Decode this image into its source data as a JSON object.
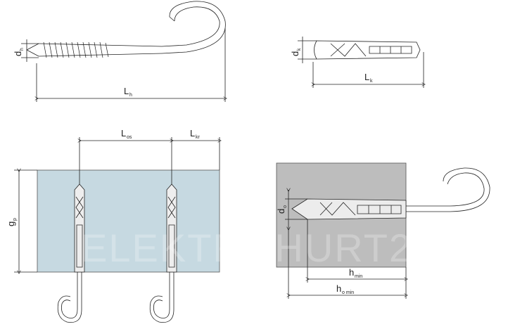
{
  "labels": {
    "d_h": {
      "main": "d",
      "sub": "h"
    },
    "L_h": {
      "main": "L",
      "sub": "h"
    },
    "d_k": {
      "main": "d",
      "sub": "k"
    },
    "L_k": {
      "main": "L",
      "sub": "k"
    },
    "L_os": {
      "main": "L",
      "sub": "os"
    },
    "L_kr": {
      "main": "L",
      "sub": "kr"
    },
    "g_p": {
      "main": "g",
      "sub": "p"
    },
    "d_o": {
      "main": "d",
      "sub": "o"
    },
    "h_min": {
      "main": "h",
      "sub": "min"
    },
    "h_o_min": {
      "main": "h",
      "sub": "o min"
    }
  },
  "watermark": "ELEKTROHURT24",
  "colors": {
    "panel_blue": "#c6d9e1",
    "panel_gray": "#bdbdbd",
    "line": "#222222"
  }
}
